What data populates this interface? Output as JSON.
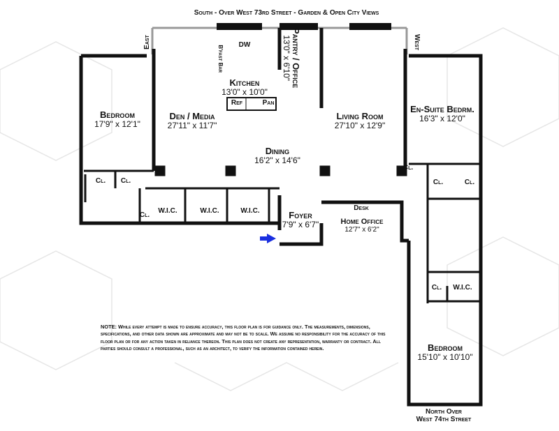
{
  "header": {
    "south_label": "South - Over West 73rd Street - Garden & Open City Views",
    "east_label": "East",
    "west_label": "West"
  },
  "footer": {
    "north_label_1": "North Over",
    "north_label_2": "West 74th Street"
  },
  "rooms": {
    "kitchen": {
      "name": "Kitchen",
      "dim": "13'0\" x 10'0\""
    },
    "pantry": {
      "name": "Pantry / Office",
      "dim": "13'0\" x 6'10\""
    },
    "bedroom_left": {
      "name": "Bedroom",
      "dim": "17'9\" x 12'1\""
    },
    "den": {
      "name": "Den / Media",
      "dim": "27'11\" x 11'7\""
    },
    "living": {
      "name": "Living Room",
      "dim": "27'10\" x 12'9\""
    },
    "ensuite": {
      "name": "En-Suite Bedrm.",
      "dim": "16'3\" x 12'0\""
    },
    "dining": {
      "name": "Dining",
      "dim": "16'2\" x 14'6\""
    },
    "foyer": {
      "name": "Foyer",
      "dim": "7'9\" x 6'7\""
    },
    "home_office": {
      "name": "Home Office",
      "dim": "12'7\" x 6'2\""
    },
    "bedroom_right": {
      "name": "Bedroom",
      "dim": "15'10\" x 10'10\""
    }
  },
  "fixtures": {
    "dw": "DW",
    "bfast": "B'fast Bar",
    "ref": "Ref",
    "pan": "Pan",
    "desk": "Desk",
    "cl": "Cl.",
    "wic": "W.I.C."
  },
  "note": "NOTE: While every attempt is made to ensure accuracy, this floor plan is for guidance only. The measurements, dimensions, specifications, and other data shown are approximate and may not be to scale. We assume no responsibility for the accuracy of this floor plan or for any action taken in reliance thereon. This plan does not create any representation, warranty or contract. All parties should consult a professional, such as an architect, to verify the information contained herein.",
  "colors": {
    "wall": "#111111",
    "entry_arrow": "#1a2fe0",
    "pattern": "#e6e6e6"
  }
}
